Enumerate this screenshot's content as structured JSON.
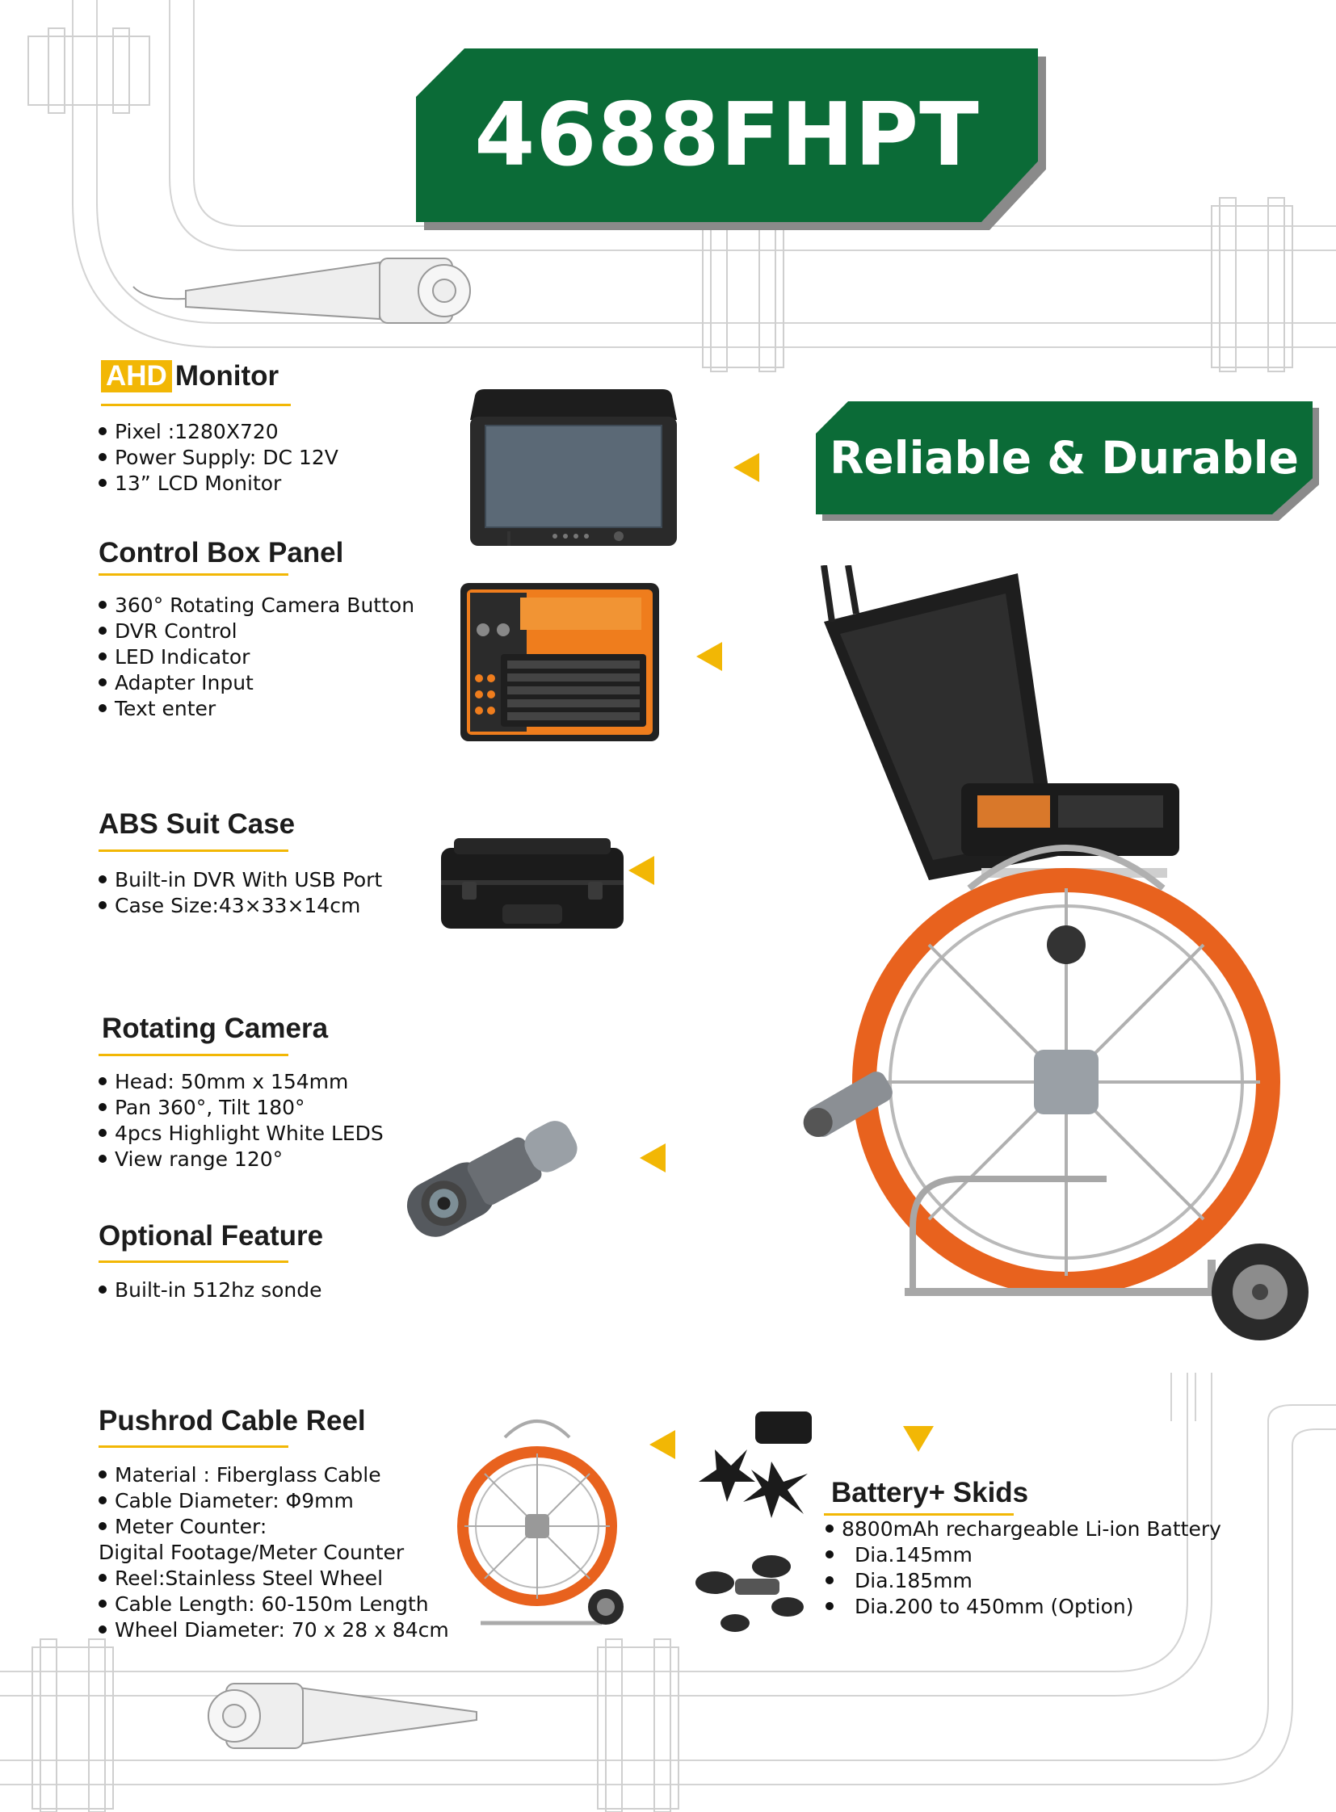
{
  "header": {
    "model": "4688FHPT",
    "tagline": "Reliable & Durable"
  },
  "sections": {
    "monitor": {
      "tag": "AHD",
      "title": "Monitor",
      "items": [
        "Pixel :1280X720",
        "Power Supply: DC 12V",
        "13” LCD Monitor"
      ]
    },
    "control_box": {
      "title": "Control Box Panel",
      "items": [
        "360° Rotating Camera Button",
        "DVR Control",
        "LED Indicator",
        "Adapter Input",
        "Text enter"
      ]
    },
    "suitcase": {
      "title": "ABS Suit Case",
      "items": [
        "Built-in DVR With USB Port",
        "Case Size:43×33×14cm"
      ]
    },
    "camera": {
      "title": "Rotating Camera",
      "items": [
        "Head: 50mm x 154mm",
        "Pan 360°, Tilt 180°",
        "4pcs Highlight White LEDS",
        "View range 120°"
      ]
    },
    "optional": {
      "title": "Optional Feature",
      "items": [
        "Built-in 512hz sonde"
      ]
    },
    "reel": {
      "title": "Pushrod Cable Reel",
      "items": [
        "Material : Fiberglass Cable",
        "Cable Diameter: Φ9mm",
        "Meter Counter:"
      ],
      "continuation": "Digital Footage/Meter Counter",
      "items2": [
        "Reel:Stainless Steel Wheel",
        "Cable Length: 60-150m Length",
        "Wheel Diameter: 70 x 28 x 84cm"
      ]
    },
    "battery": {
      "title": "Battery+ Skids",
      "items": [
        "8800mAh rechargeable Li-ion Battery",
        "Dia.145mm",
        "Dia.185mm",
        "Dia.200 to 450mm (Option)"
      ]
    }
  },
  "colors": {
    "brand_green": "#0b6b37",
    "accent_yellow": "#f2b705",
    "reel_orange": "#e8621e"
  }
}
